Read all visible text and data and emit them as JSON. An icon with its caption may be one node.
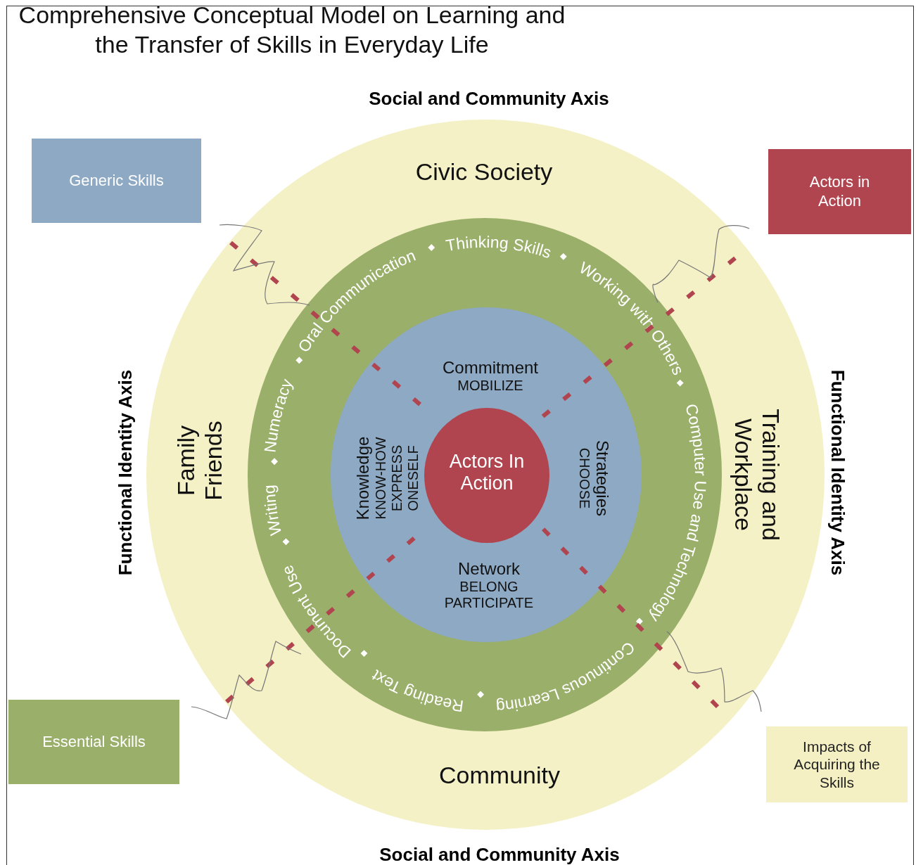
{
  "diagram": {
    "title": "Comprehensive Conceptual Model on Learning and the Transfer of Skills in Everyday Life",
    "nodes": [
      {
        "text": [
          "Generic Skills"
        ]
      },
      {
        "text": [
          "Actors in Action"
        ]
      },
      {
        "text": [
          "Civic Society",
          "Family Friends",
          "Training and Workplace",
          "Community"
        ]
      },
      {
        "text": [
          "Document Use",
          "Writing",
          "Numeracy",
          "Oral Communication",
          "Thinking Skills",
          "Working with Others",
          "Computer Use and Technology",
          "Continuous Learning",
          "Reading Text"
        ],
        "in": 2
      },
      {
        "text": [
          "Commitment",
          "MOBILIZE",
          "Knowledge",
          "KNOW-HOW EXPRESS ONESELF",
          "Strategies",
          "CHOOSE",
          "Network",
          "BELONG PARTICIPATE"
        ],
        "in": 3
      },
      {
        "text": [
          "Actors In Action"
        ],
        "in": 4
      },
      {
        "text": [
          "Essential Skills"
        ]
      },
      {
        "text": [
          "Impacts of Acquiring the Skills"
        ]
      }
    ],
    "labels": [
      "Social and Community Axis",
      "Functional Identity Axis",
      "Functional Identity Axis",
      "Social and Community Axis"
    ]
  }
}
